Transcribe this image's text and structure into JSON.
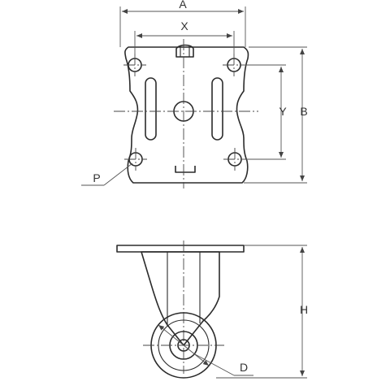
{
  "labels": {
    "A": "A",
    "X": "X",
    "Y": "Y",
    "B": "B",
    "P": "P",
    "H": "H",
    "D": "D"
  }
}
